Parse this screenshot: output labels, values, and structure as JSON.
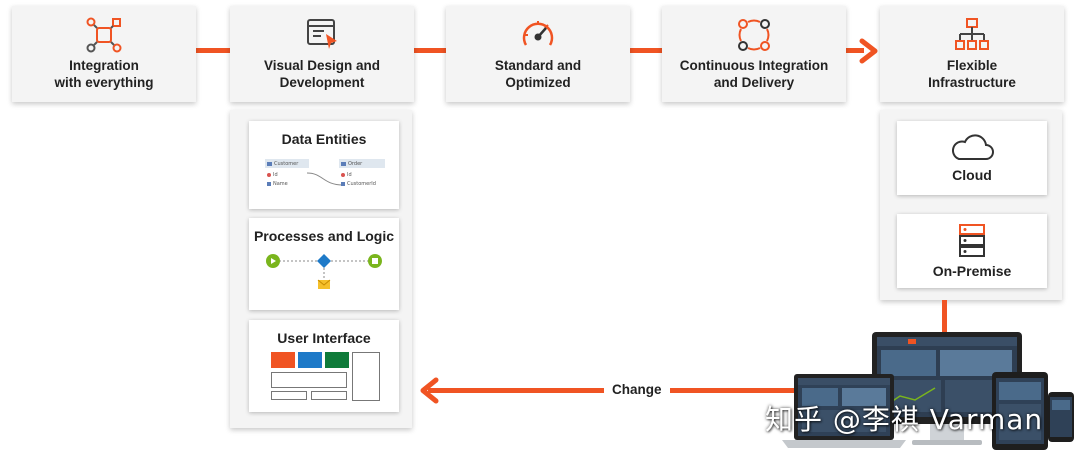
{
  "pipeline": {
    "steps": [
      {
        "label": "Integration\nwith everything",
        "icon": "network-nodes-icon"
      },
      {
        "label": "Visual Design and\nDevelopment",
        "icon": "design-screen-icon"
      },
      {
        "label": "Standard and\nOptimized",
        "icon": "gauge-icon"
      },
      {
        "label": "Continuous Integration\nand Delivery",
        "icon": "cycle-icon"
      },
      {
        "label": "Flexible\nInfrastructure",
        "icon": "hierarchy-icon"
      }
    ]
  },
  "visual_design": {
    "data_entities": {
      "title": "Data Entities",
      "customer_entity": {
        "name": "Customer",
        "fields": [
          "Id",
          "Name"
        ]
      },
      "order_entity": {
        "name": "Order",
        "fields": [
          "Id",
          "CustomerId"
        ]
      }
    },
    "processes": {
      "title": "Processes and Logic"
    },
    "user_interface": {
      "title": "User Interface"
    }
  },
  "infrastructure": {
    "cloud": {
      "label": "Cloud",
      "icon": "cloud-icon"
    },
    "on_premise": {
      "label": "On-Premise",
      "icon": "server-rack-icon"
    }
  },
  "feedback": {
    "label": "Change"
  },
  "watermark": {
    "text": "知乎 @李祺 Varman"
  },
  "colors": {
    "accent": "#f05423",
    "card": "#f4f4f4",
    "green": "#7ab51d",
    "blue": "#1e7ac8",
    "dark_green": "#0f7b3a"
  }
}
